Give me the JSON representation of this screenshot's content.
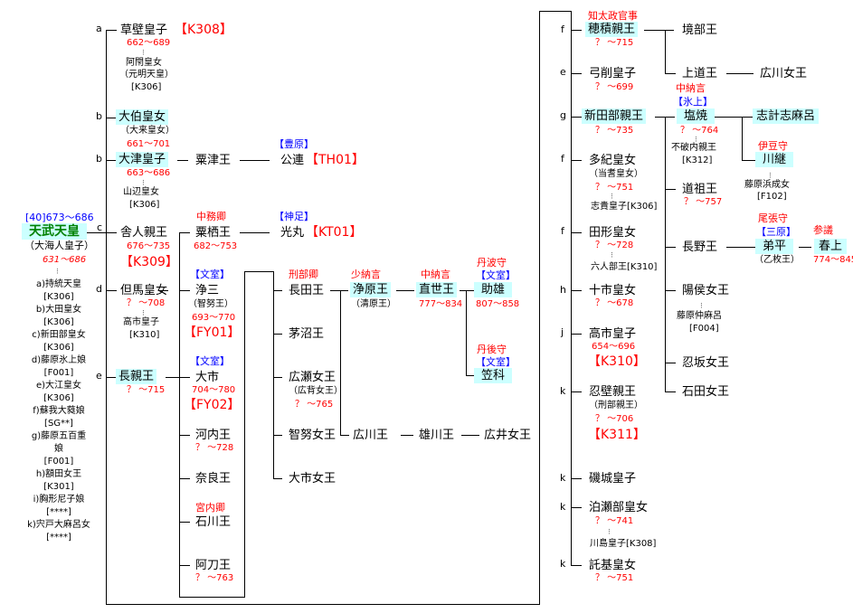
{
  "tenmu": {
    "reign": "[40]673～686",
    "name": "天武天皇",
    "alias": "（大海人皇子）",
    "dates": "631～686",
    "wives": [
      "a)持統天皇",
      "[K306]",
      "b)大田皇女",
      "[K306]",
      "c)新田部皇女",
      "[K306]",
      "d)藤原氷上娘",
      "[F001]",
      "e)大江皇女",
      "[K306]",
      "f)蘇我大蕤娘",
      "[SG**]",
      "g)藤原五百重娘",
      "[F001]",
      "h)額田女王",
      "[K301]",
      "i)胸形尼子娘",
      "[****]",
      "k)宍戸大麻呂女",
      "[****]"
    ]
  },
  "letters": {
    "a": "a",
    "b": "b",
    "c": "c",
    "d": "d",
    "e": "e",
    "f": "f",
    "g": "g",
    "h": "h",
    "j": "j",
    "k": "k"
  },
  "dot": "⁝",
  "kusakabe": {
    "name": "草壁皇子",
    "code": "【K308】",
    "dates": "662～689",
    "spouse": "阿閇皇女",
    "spouse_alias": "（元明天皇）",
    "spouse_code": "[K306]"
  },
  "oku": {
    "name": "大伯皇女",
    "alias": "（大来皇女）",
    "dates": "661～701"
  },
  "otsu": {
    "name": "大津皇子",
    "dates": "663～686",
    "spouse": "山辺皇女",
    "spouse_code": "[K306]",
    "son": "粟津王",
    "grandson": "公連",
    "grandson_clan": "【豊原】",
    "grandson_code": "【TH01】"
  },
  "toneri": {
    "name": "舎人親王",
    "dates": "676～735",
    "code": "【K309】",
    "son": "粟栖王",
    "son_title": "中務卿",
    "son_dates": "682～753",
    "grandson": "光丸",
    "grandson_clan": "【神足】",
    "grandson_code": "【KT01】"
  },
  "tajima": {
    "name": "但馬皇女",
    "dates": "？ ～708",
    "spouse": "高市皇子",
    "spouse_code": "[K310]"
  },
  "naga": {
    "name": "長親王",
    "dates": "？ ～715",
    "kiyomi": {
      "clan": "【文室】",
      "name": "浄三",
      "alias": "（智努王）",
      "dates": "693～770",
      "code": "【FY01】"
    },
    "oichi": {
      "clan": "【文室】",
      "name": "大市",
      "dates": "704～780",
      "code": "【FY02】"
    },
    "kawachi": {
      "name": "河内王",
      "dates": "？ ～728"
    },
    "nara": {
      "name": "奈良王"
    },
    "ishikawa": {
      "title": "宮内卿",
      "name": "石川王"
    },
    "ato": {
      "name": "阿刀王",
      "dates": "？ ～763"
    }
  },
  "third": {
    "nagata": {
      "title": "刑部卿",
      "name": "長田王"
    },
    "chinu": {
      "name": "茅沼王"
    },
    "hirose": {
      "name": "広瀬女王",
      "alias": "（広背女王）",
      "dates": "？ ～765"
    },
    "chinu_jo": {
      "name": "智努女王"
    },
    "oichi_jo": {
      "name": "大市女王"
    },
    "kiyohara": {
      "title": "少納言",
      "name": "浄原王",
      "alias": "（清原王）"
    },
    "naoyo": {
      "title": "中納言",
      "name": "直世王",
      "dates": "777～834"
    },
    "sukeo": {
      "title": "丹波守",
      "clan": "【文室】",
      "name": "助雄",
      "dates": "807～858"
    },
    "kasashina": {
      "title": "丹後守",
      "clan": "【文室】",
      "name": "笠科"
    },
    "hirokawa": {
      "name": "広川王"
    },
    "okawa": {
      "name": "雄川王"
    },
    "hiroi": {
      "name": "広井女王"
    }
  },
  "right": {
    "hozumi": {
      "title": "知太政官事",
      "name": "穂積親王",
      "dates": "？ ～715",
      "son1": "境部王",
      "son2": "上道王",
      "grand": "広川女王"
    },
    "yuge": {
      "name": "弓削皇子",
      "dates": "？ ～699"
    },
    "niitabe": {
      "name": "新田部親王",
      "dates": "？ ～735"
    },
    "shioyaki": {
      "title": "中納言",
      "clan": "【氷上】",
      "name": "塩焼",
      "dates": "？ ～764",
      "spouse": "不破内親王",
      "spouse_code": "[K312]"
    },
    "shikeshimaro": {
      "name": "志計志麻呂"
    },
    "kawatsugu": {
      "title": "伊豆守",
      "name": "川継",
      "spouse": "藤原浜成女",
      "spouse_code": "[F102]"
    },
    "taki": {
      "name": "多紀皇女",
      "alias": "（当耆皇女）",
      "dates": "？ ～751",
      "spouse": "志貴皇子[K306]"
    },
    "funado": {
      "name": "道祖王",
      "dates": "？ ～757"
    },
    "takata": {
      "name": "田形皇女",
      "dates": "？ ～728",
      "spouse": "六人部王[K310]"
    },
    "nagano": {
      "name": "長野王"
    },
    "otohira": {
      "title": "尾張守",
      "clan": "【三原】",
      "name": "弟平",
      "alias": "（乙枚王）"
    },
    "haruue": {
      "title": "参議",
      "name": "春上",
      "dates": "774～845"
    },
    "tochi": {
      "name": "十市皇女",
      "dates": "？ ～678"
    },
    "yako": {
      "name": "陽侯女王",
      "spouse": "藤原仲麻呂",
      "spouse_code": "[F004]"
    },
    "takechi": {
      "name": "高市皇子",
      "dates": "654～696",
      "code": "【K310】"
    },
    "osaka": {
      "name": "忍坂女王"
    },
    "ishida": {
      "name": "石田女王"
    },
    "osakabe": {
      "name": "忍壁親王",
      "alias": "（刑部親王）",
      "dates": "？ ～706",
      "code": "【K311】"
    },
    "shiki": {
      "name": "磯城皇子"
    },
    "hatsusebe": {
      "name": "泊瀬部皇女",
      "dates": "？ ～741",
      "spouse": "川島皇子[K308]"
    },
    "taki2": {
      "name": "託基皇女",
      "dates": "？ ～751"
    }
  }
}
